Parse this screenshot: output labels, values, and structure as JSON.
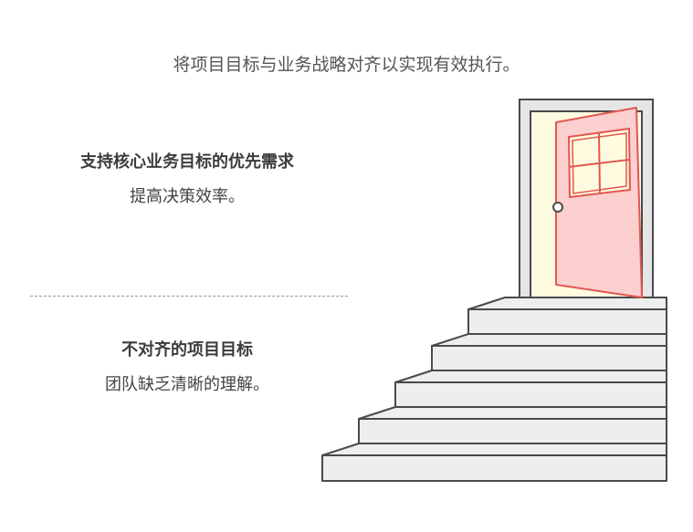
{
  "title": "将项目目标与业务战略对齐以实现有效执行。",
  "sections": [
    {
      "heading": "支持核心业务目标的优先需求",
      "description": "提高决策效率。"
    },
    {
      "heading": "不对齐的项目目标",
      "description": "团队缺乏清晰的理解。"
    }
  ],
  "colors": {
    "door": "#fbd0ce",
    "door_outline": "#e0574f",
    "door_frame": "#e6e6e6",
    "door_opening": "#fffbe0",
    "stairs": "#eeeeee",
    "outline": "#4a4a4a"
  }
}
